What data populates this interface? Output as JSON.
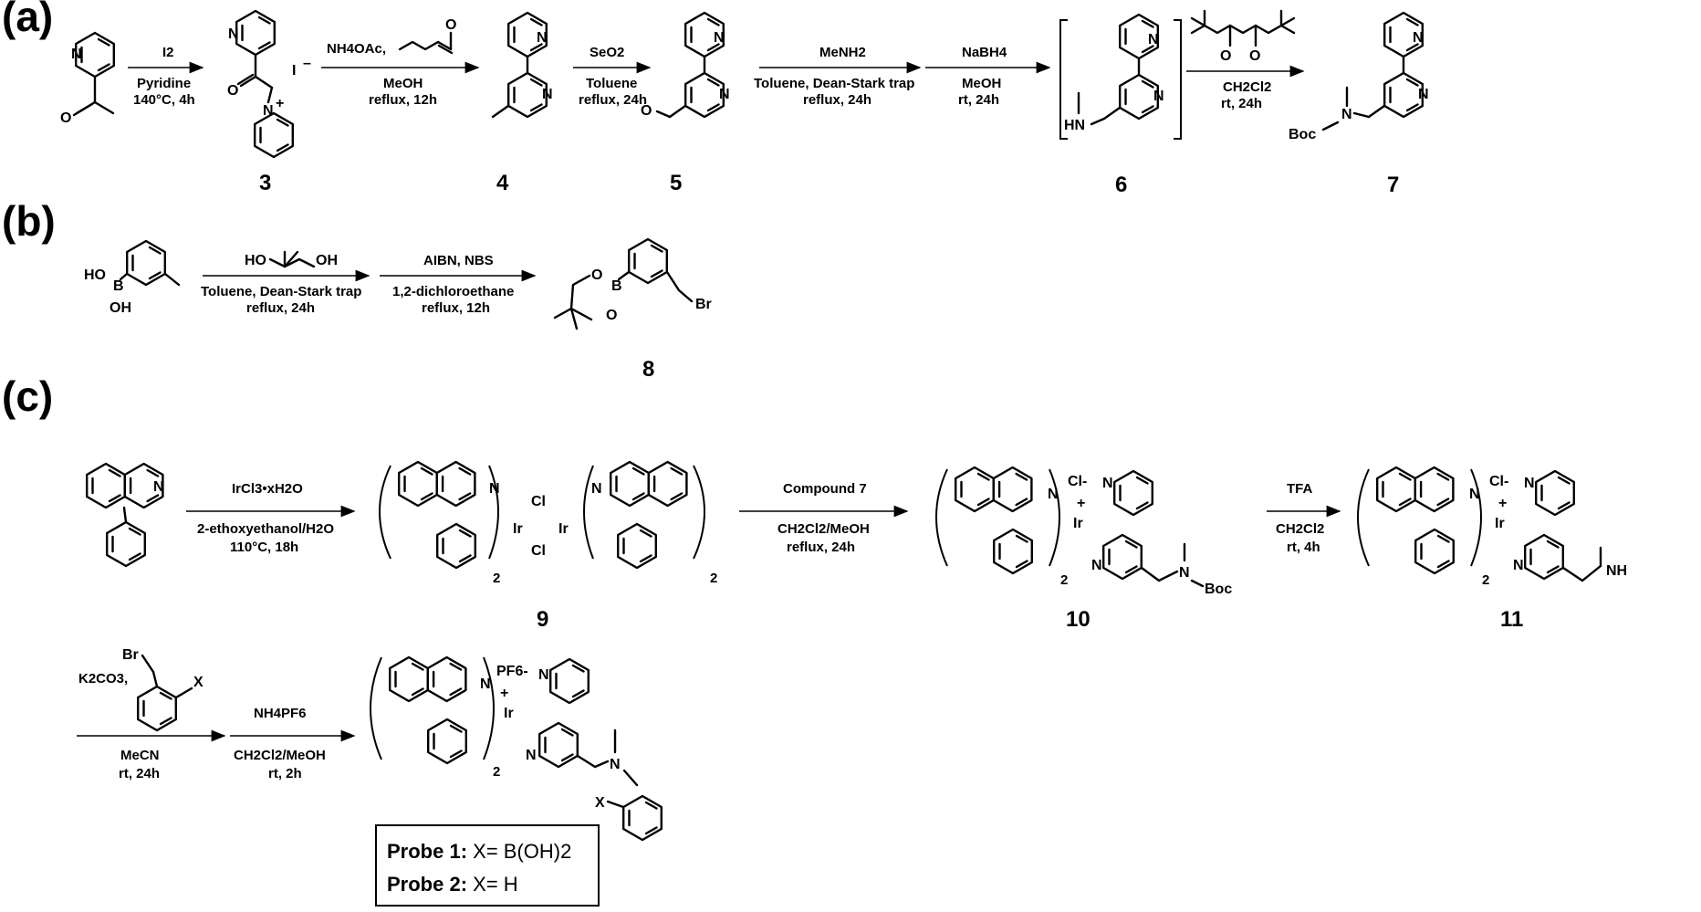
{
  "panels": [
    "(a)",
    "(b)",
    "(c)"
  ],
  "compounds": {
    "c3": "3",
    "c4": "4",
    "c5": "5",
    "c6": "6",
    "c7": "7",
    "c8": "8",
    "c9": "9",
    "c10": "10",
    "c11": "11"
  },
  "conditions": {
    "a1_top": "I2",
    "a1_bot1": "Pyridine",
    "a1_bot2": "140°C, 4h",
    "a2_top": "NH4OAc,",
    "a2_bot1": "MeOH",
    "a2_bot2": "reflux, 12h",
    "a3_top": "SeO2",
    "a3_bot1": "Toluene",
    "a3_bot2": "reflux, 24h",
    "a4_top": "MeNH2",
    "a4_bot1": "Toluene, Dean-Stark trap",
    "a4_bot2": "reflux, 24h",
    "a5_top": "NaBH4",
    "a5_bot1": "MeOH",
    "a5_bot2": "rt, 24h",
    "a6_bot1": "CH2Cl2",
    "a6_bot2": "rt, 24h",
    "b1_bot1": "Toluene, Dean-Stark trap",
    "b1_bot2": "reflux, 24h",
    "b2_top": "AIBN, NBS",
    "b2_bot1": "1,2-dichloroethane",
    "b2_bot2": "reflux, 12h",
    "c1_top": "IrCl3•xH2O",
    "c1_bot1": "2-ethoxyethanol/H2O",
    "c1_bot2": "110°C, 18h",
    "c2_top": "Compound 7",
    "c2_bot1": "CH2Cl2/MeOH",
    "c2_bot2": "reflux, 24h",
    "c3_top": "TFA",
    "c3_bot1": "CH2Cl2",
    "c3_bot2": "rt, 4h",
    "c4_top": "K2CO3,",
    "c4_bot1": "MeCN",
    "c4_bot2": "rt, 24h",
    "c5_top": "NH4PF6",
    "c5_bot1": "CH2Cl2/MeOH",
    "c5_bot2": "rt, 2h"
  },
  "atoms": {
    "N": "N",
    "O": "O",
    "I": "I",
    "Iminus": "–",
    "plus": "+",
    "HN": "HN",
    "Boc": "Boc",
    "NH": "NH",
    "B": "B",
    "HO": "HO",
    "OH": "OH",
    "Br": "Br",
    "Cl": "Cl",
    "Ir": "Ir",
    "Clminus": "Cl-",
    "PF6": "PF6-",
    "X": "X",
    "sub2": "2"
  },
  "probes": {
    "p1_label": "Probe 1:",
    "p1_value": "X= B(OH)2",
    "p2_label": "Probe 2:",
    "p2_value": "X= H"
  }
}
